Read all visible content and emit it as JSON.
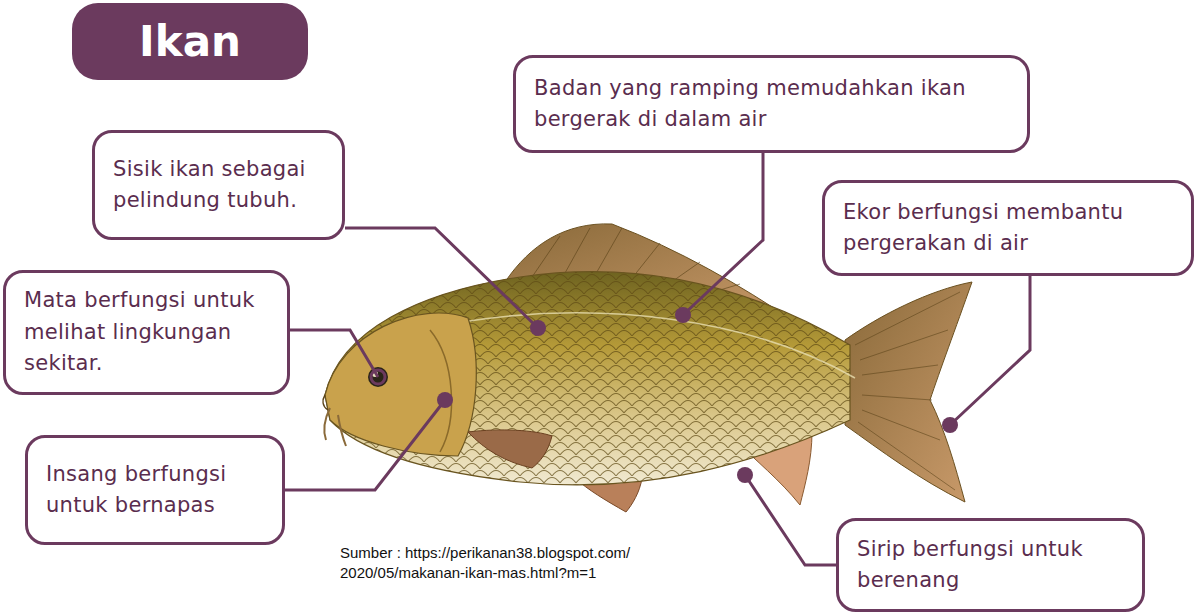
{
  "diagram": {
    "title": "Ikan",
    "nodes": [
      {
        "text": [
          "Badan yang ramping memudahkan ikan bergerak di dalam air"
        ]
      },
      {
        "text": [
          "Sisik ikan sebagai pelindung tubuh."
        ]
      },
      {
        "text": [
          "Ekor berfungsi membantu pergerakan di air"
        ]
      },
      {
        "text": [
          "Mata berfungsi untuk melihat lingkungan sekitar."
        ]
      },
      {
        "text": [
          "Insang berfungsi untuk bernapas"
        ]
      },
      {
        "text": [
          "Sirip berfungsi untuk berenang"
        ]
      }
    ],
    "labels": [
      "Sumber : https://perikanan38.blogspot.com/ 2020/05/makanan-ikan-mas.html?m=1"
    ]
  }
}
